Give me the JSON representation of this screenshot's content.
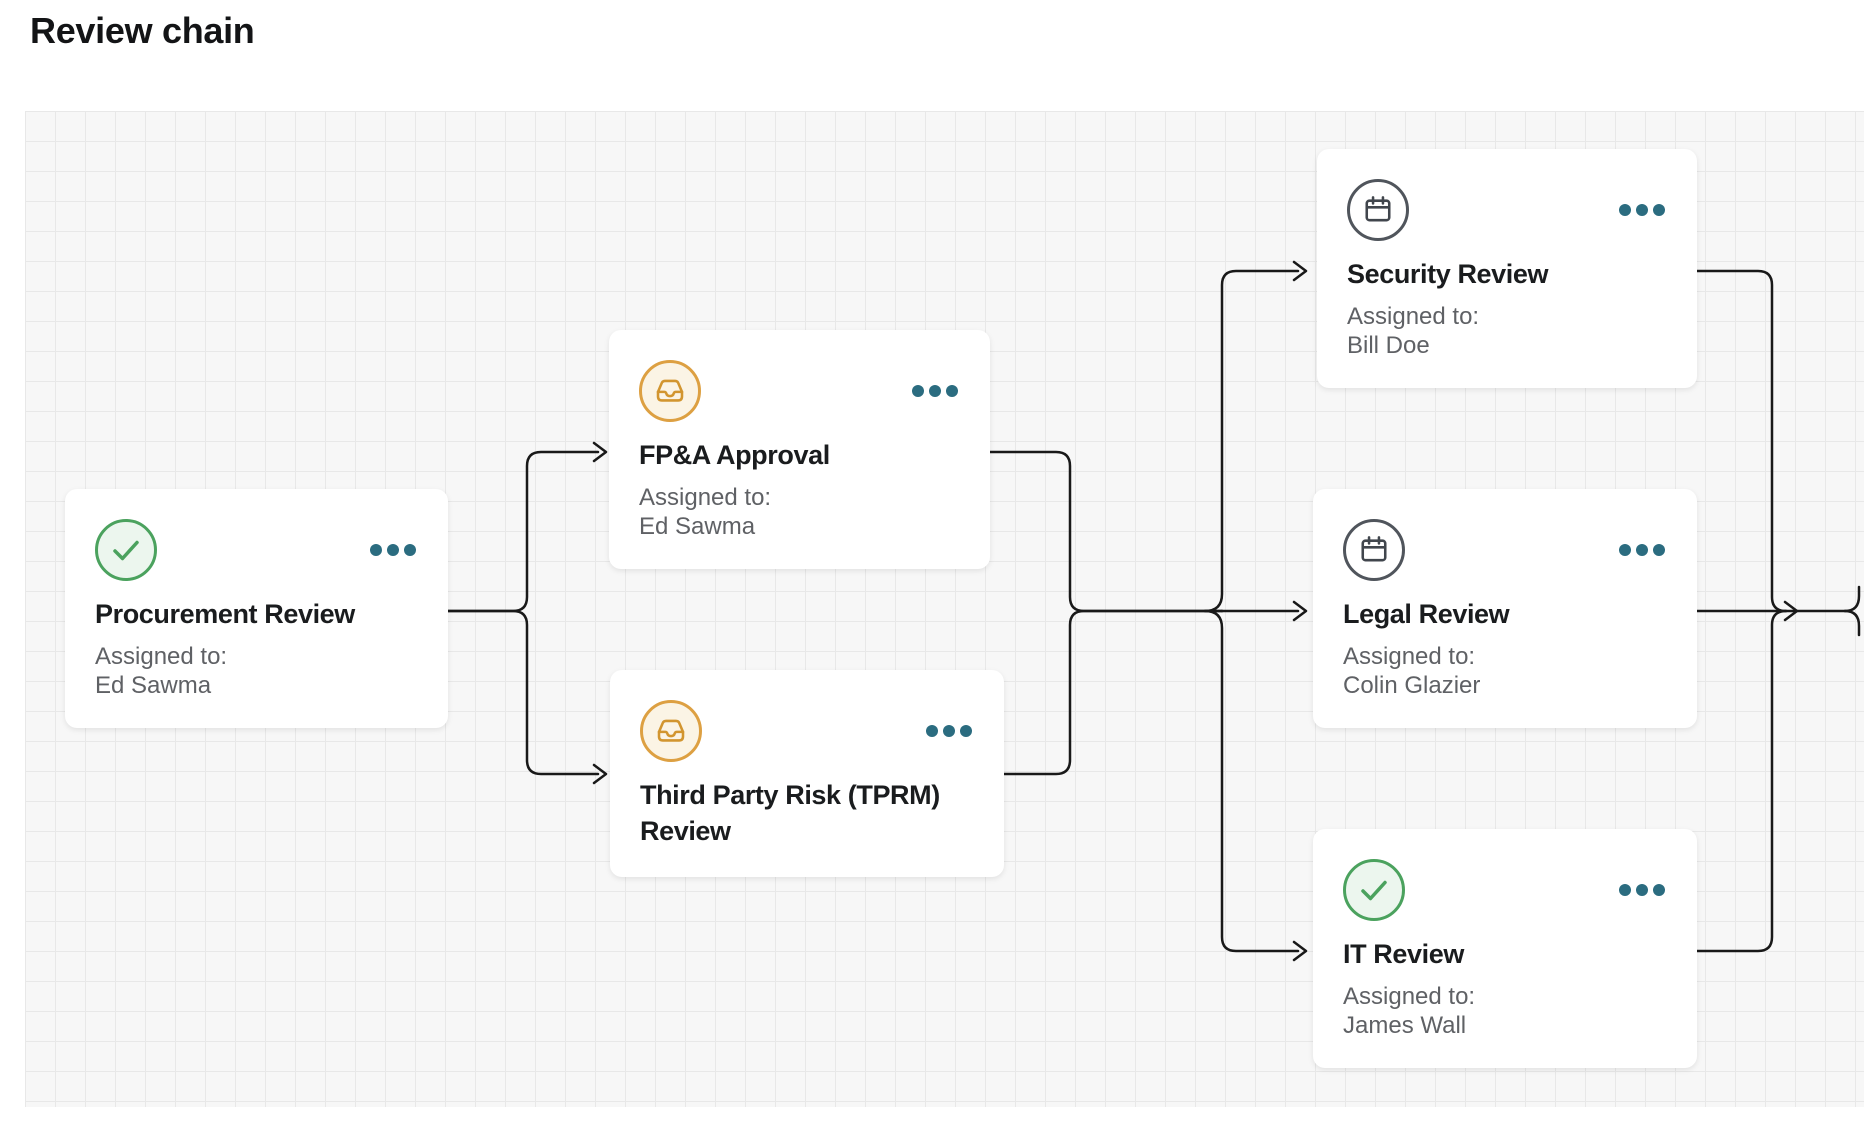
{
  "header": {
    "title": "Review chain"
  },
  "canvas": {
    "grid": "on",
    "background": "#f7f7f7",
    "grid_line_color": "#e8e8e8"
  },
  "colors": {
    "edge": "#191919",
    "menu_dots": "#2b6c80",
    "status_complete": "#4ba25e",
    "status_complete_fill": "#ecf6ee",
    "status_inprogress": "#dda042",
    "status_inprogress_fill": "#fbf4e5",
    "status_pending": "#50555c",
    "card_title": "#1a1c1e",
    "card_subtext": "#5f6165"
  },
  "nodes": [
    {
      "id": "procurement-review",
      "title": "Procurement Review",
      "assigned_label": "Assigned to:",
      "assignee": "Ed Sawma",
      "status_icon": "check-circle-icon",
      "menu_icon": "ellipsis-menu-icon"
    },
    {
      "id": "fpa-approval",
      "title": "FP&A Approval",
      "assigned_label": "Assigned to:",
      "assignee": "Ed Sawma",
      "status_icon": "inbox-icon",
      "menu_icon": "ellipsis-menu-icon"
    },
    {
      "id": "tprm-review",
      "title": "Third Party Risk (TPRM) Review",
      "status_icon": "inbox-icon",
      "menu_icon": "ellipsis-menu-icon"
    },
    {
      "id": "security-review",
      "title": "Security Review",
      "assigned_label": "Assigned to:",
      "assignee": "Bill Doe",
      "status_icon": "calendar-icon",
      "menu_icon": "ellipsis-menu-icon"
    },
    {
      "id": "legal-review",
      "title": "Legal Review",
      "assigned_label": "Assigned to:",
      "assignee": "Colin Glazier",
      "status_icon": "calendar-icon",
      "menu_icon": "ellipsis-menu-icon"
    },
    {
      "id": "it-review",
      "title": "IT Review",
      "assigned_label": "Assigned to:",
      "assignee": "James Wall",
      "status_icon": "check-circle-icon",
      "menu_icon": "ellipsis-menu-icon"
    }
  ],
  "edges": [
    {
      "from": "procurement-review",
      "to": "fpa-approval"
    },
    {
      "from": "procurement-review",
      "to": "tprm-review"
    },
    {
      "from": "fpa-approval",
      "to": "security-review"
    },
    {
      "from": "fpa-approval",
      "to": "legal-review"
    },
    {
      "from": "fpa-approval",
      "to": "it-review"
    },
    {
      "from": "tprm-review",
      "to": "security-review"
    },
    {
      "from": "tprm-review",
      "to": "legal-review"
    },
    {
      "from": "tprm-review",
      "to": "it-review"
    },
    {
      "from": "security-review",
      "to": "offscreen-next"
    },
    {
      "from": "legal-review",
      "to": "offscreen-next"
    },
    {
      "from": "it-review",
      "to": "offscreen-next"
    }
  ]
}
